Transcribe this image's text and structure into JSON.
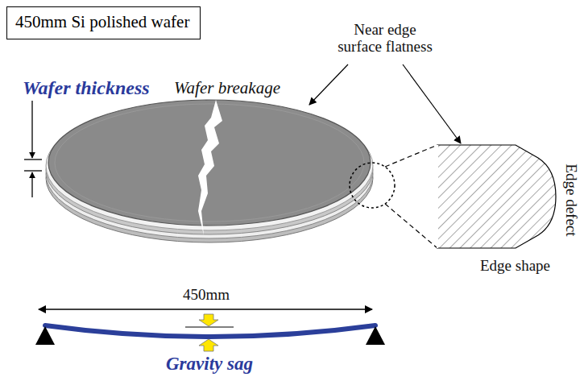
{
  "diagram": {
    "nodes": [
      {
        "text": [
          "450mm Si polished wafer"
        ]
      }
    ],
    "labels": [
      "Wafer thickness",
      "Wafer breakage",
      "Near edge surface flatness",
      "Edge defect",
      "Edge shape",
      "450mm",
      "Gravity sag"
    ]
  }
}
